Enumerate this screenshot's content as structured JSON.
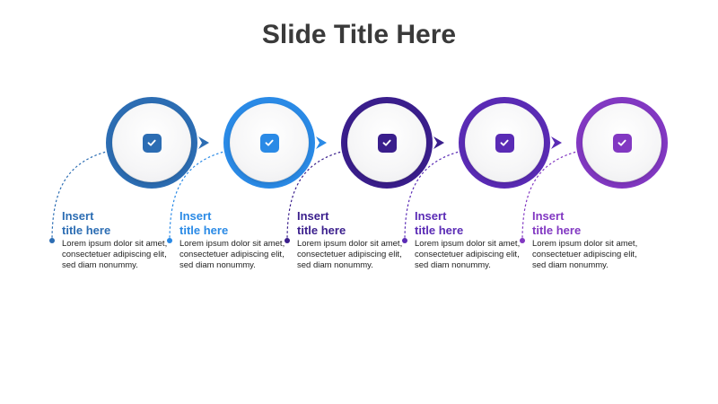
{
  "slide": {
    "title": "Slide Title Here"
  },
  "steps": [
    {
      "heading_line1": "Insert",
      "heading_line2": "title here",
      "body": "Lorem ipsum dolor sit amet, consectetuer adipiscing elit, sed diam nonummy.",
      "color": "#2c6db3"
    },
    {
      "heading_line1": "Insert",
      "heading_line2": "title here",
      "body": "Lorem ipsum dolor sit amet, consectetuer adipiscing elit, sed diam nonummy.",
      "color": "#2a8ae6"
    },
    {
      "heading_line1": "Insert",
      "heading_line2": "title here",
      "body": "Lorem ipsum dolor sit amet, consectetuer adipiscing elit, sed diam nonummy.",
      "color": "#3a1e8c"
    },
    {
      "heading_line1": "Insert",
      "heading_line2": "title here",
      "body": "Lorem ipsum dolor sit amet, consectetuer adipiscing elit, sed diam nonummy.",
      "color": "#5a2bb5"
    },
    {
      "heading_line1": "Insert",
      "heading_line2": "title here",
      "body": "Lorem ipsum dolor sit amet, consectetuer adipiscing elit, sed diam nonummy.",
      "color": "#8238c2"
    }
  ],
  "icons": {
    "step_icon": "check-icon",
    "connector_icon": "arrow-right-icon"
  }
}
